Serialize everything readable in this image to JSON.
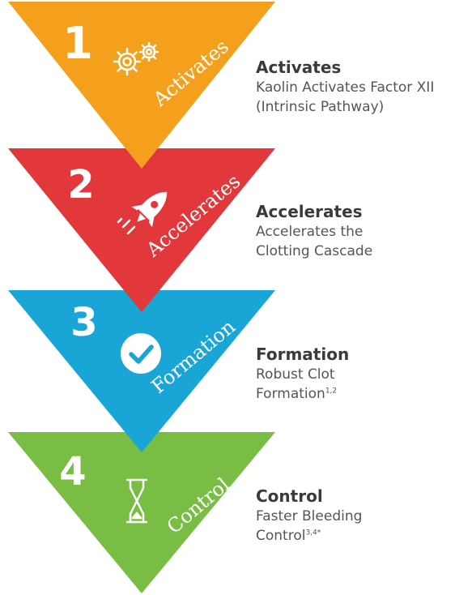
{
  "colors": {
    "step1": "#f5a01d",
    "step2": "#e2383b",
    "step3": "#19a6d6",
    "step4": "#79bd45",
    "title_text": "#3a3a3a",
    "body_text": "#555555"
  },
  "steps": [
    {
      "number": "1",
      "label": "Activates",
      "icon": "gears-icon",
      "title": "Activates",
      "body_line1": "Kaolin Activates Factor XII",
      "body_line2": "(Intrinsic Pathway)",
      "body_sup": ""
    },
    {
      "number": "2",
      "label": "Accelerates",
      "icon": "rocket-icon",
      "title": "Accelerates",
      "body_line1": "Accelerates the",
      "body_line2": "Clotting Cascade",
      "body_sup": ""
    },
    {
      "number": "3",
      "label": "Formation",
      "icon": "check-circle-icon",
      "title": "Formation",
      "body_line1": "Robust Clot",
      "body_line2": "Formation",
      "body_sup": "1,2"
    },
    {
      "number": "4",
      "label": "Control",
      "icon": "hourglass-icon",
      "title": "Control",
      "body_line1": "Faster Bleeding",
      "body_line2": "Control",
      "body_sup": "3,4*"
    }
  ]
}
